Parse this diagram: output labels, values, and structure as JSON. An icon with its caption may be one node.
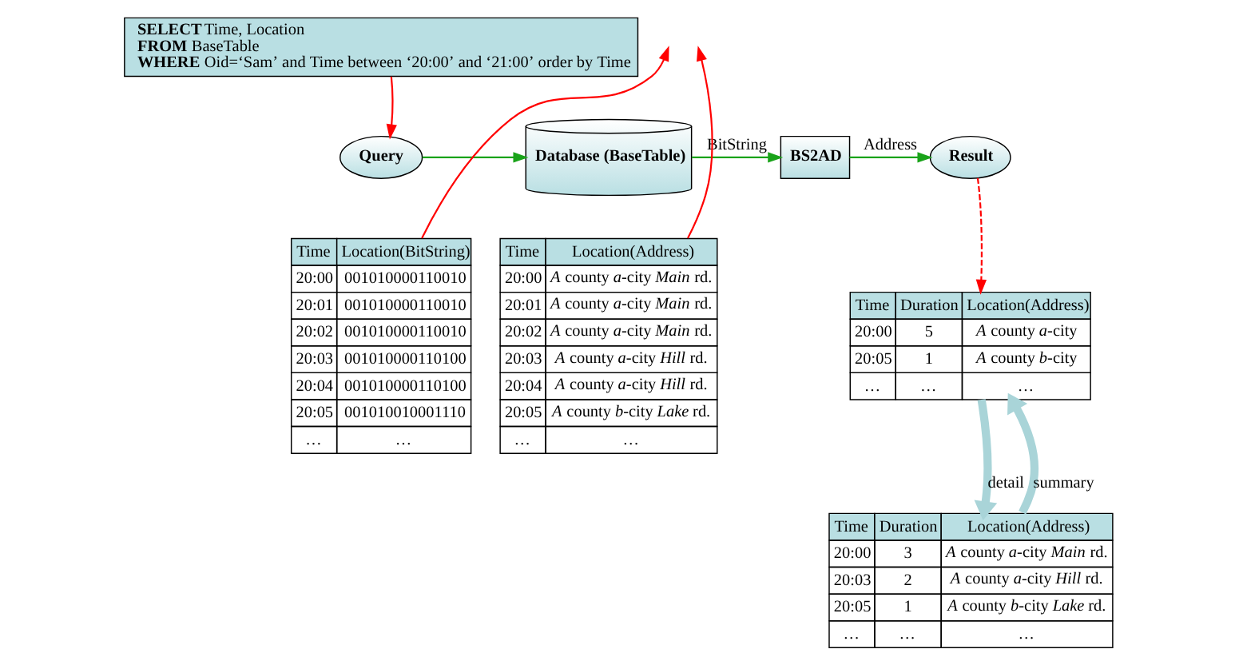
{
  "diagram": {
    "nodes": [
      {
        "text": [
          "**SELECT** Time, Location",
          "**FROM** BaseTable",
          "**WHERE** Oid=‘Sam’ and Time between ‘20:00’ and ‘21:00’ order by Time"
        ]
      },
      {
        "text": [
          "Query"
        ]
      },
      {
        "text": [
          "Database (BaseTable)"
        ]
      },
      {
        "text": [
          "BS2AD"
        ]
      },
      {
        "text": [
          "Result"
        ]
      },
      {
        "text": [
          "Time",
          "Location(BitString)",
          "20:00",
          "001010000110010",
          "20:01",
          "001010000110010",
          "20:02",
          "001010000110010",
          "20:03",
          "001010000110100",
          "20:04",
          "001010000110100",
          "20:05",
          "001010010001110",
          "…",
          "…"
        ]
      },
      {
        "text": [
          "Time",
          "Location(Address)",
          "20:00",
          "*A* county *a*-city *Main* rd.",
          "20:01",
          "*A* county *a*-city *Main* rd.",
          "20:02",
          "*A* county *a*-city *Main* rd.",
          "20:03",
          "*A* county *a*-city *Hill* rd.",
          "20:04",
          "*A* county *a*-city *Hill* rd.",
          "20:05",
          "*A* county *b*-city *Lake* rd.",
          "…",
          "…"
        ]
      },
      {
        "text": [
          "Time",
          "Duration",
          "Location(Address)",
          "20:00",
          "5",
          "*A* county *a*-city",
          "20:05",
          "1",
          "*A* county *b*-city",
          "…",
          "…",
          "…"
        ]
      },
      {
        "text": [
          "Time",
          "Duration",
          "Location(Address)",
          "20:00",
          "3",
          "*A* county *a*-city *Main* rd.",
          "20:03",
          "2",
          "*A* county *a*-city *Hill* rd.",
          "20:05",
          "1",
          "*A* county *b*-city *Lake* rd.",
          "…",
          "…",
          "…"
        ]
      }
    ],
    "edges": [
      {
        "from": 0,
        "to": 1,
        "arrow": "to",
        "color": "#ff0000"
      },
      {
        "from": 1,
        "to": 2,
        "arrow": "to",
        "color": "#1aa31a"
      },
      {
        "from": 2,
        "to": 3,
        "arrow": "to",
        "label": "BitString",
        "color": "#1aa31a"
      },
      {
        "from": 3,
        "to": 4,
        "arrow": "to",
        "label": "Address",
        "color": "#1aa31a"
      },
      {
        "from": 5,
        "to": null,
        "arrow": "to",
        "color": "#ff0000"
      },
      {
        "from": 6,
        "to": null,
        "arrow": "to",
        "color": "#ff0000"
      },
      {
        "from": 4,
        "to": 7,
        "arrow": "to",
        "style": "dashed",
        "color": "#ff0000"
      },
      {
        "from": 7,
        "to": 8,
        "arrow": "to",
        "label": "detail",
        "style": "thick",
        "color": "#a9d4d8"
      },
      {
        "from": 8,
        "to": 7,
        "arrow": "to",
        "label": "summary",
        "style": "thick",
        "color": "#a9d4d8"
      }
    ]
  }
}
